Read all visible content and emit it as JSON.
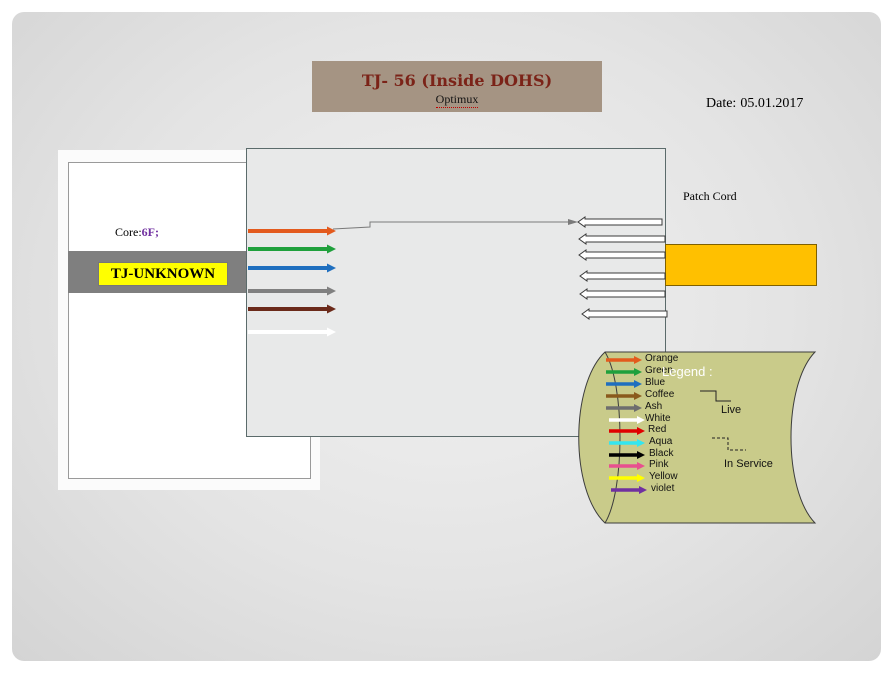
{
  "title": {
    "main": "TJ- 56 (Inside DOHS)",
    "sub": "Optimux"
  },
  "date": {
    "label": "Date:",
    "value": "05.01.2017"
  },
  "core": {
    "label": "Core:",
    "value": "6F;"
  },
  "tj_name": "TJ-UNKNOWN",
  "patch_cord_label": "Patch Cord",
  "legend": {
    "title": "Legend :",
    "colors": [
      {
        "name": "Orange",
        "color": "#e35a1d"
      },
      {
        "name": "Green",
        "color": "#1fa03c"
      },
      {
        "name": "Blue",
        "color": "#1f6fbf"
      },
      {
        "name": "Coffee",
        "color": "#8a5a1c"
      },
      {
        "name": "Ash",
        "color": "#6e6e6e"
      },
      {
        "name": "White",
        "color": "#ffffff"
      },
      {
        "name": "Red",
        "color": "#e00000"
      },
      {
        "name": "Aqua",
        "color": "#33e6f0"
      },
      {
        "name": "Black",
        "color": "#000000"
      },
      {
        "name": "Pink",
        "color": "#e8508f"
      },
      {
        "name": "Yellow",
        "color": "#ffff00"
      },
      {
        "name": "violet",
        "color": "#7030a0"
      }
    ],
    "states": [
      {
        "name": "Live",
        "style": "solid"
      },
      {
        "name": "In Service",
        "style": "dashed"
      }
    ]
  },
  "fibers": [
    {
      "color": "#e35a1d"
    },
    {
      "color": "#1fa03c"
    },
    {
      "color": "#1f6fbf"
    },
    {
      "color": "#808080"
    },
    {
      "color": "#6b2a1a"
    },
    {
      "color": "#ffffff"
    }
  ],
  "colors": {
    "title_bg": "#a59483",
    "title_text": "#7b2318",
    "tj_band": "#7f7f7f",
    "tj_label_bg": "#ffff00",
    "patch_cord": "#ffc000",
    "legend_bg": "#c9cb8a"
  }
}
